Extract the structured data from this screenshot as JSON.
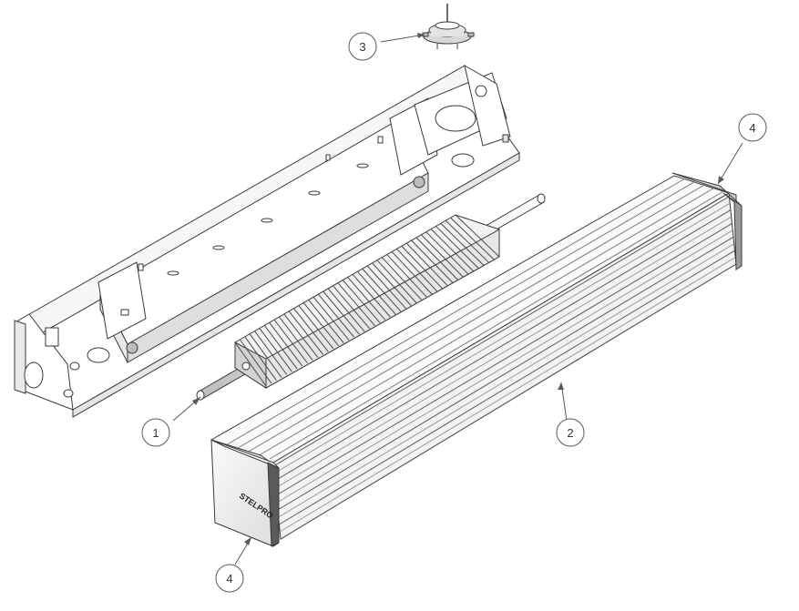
{
  "callouts": [
    {
      "id": "frame-element",
      "label": "1"
    },
    {
      "id": "cover-grille",
      "label": "2"
    },
    {
      "id": "thermostat",
      "label": "3"
    },
    {
      "id": "end-cap-rear",
      "label": "4"
    },
    {
      "id": "end-cap-front",
      "label": "4"
    }
  ],
  "brand": {
    "logo_text": "STELPRO"
  },
  "colors": {
    "line": "#3a3a3a",
    "fill_light": "#f4f4f4",
    "fill_mid": "#d8d8d8",
    "fill_dark": "#5a5a5a"
  }
}
